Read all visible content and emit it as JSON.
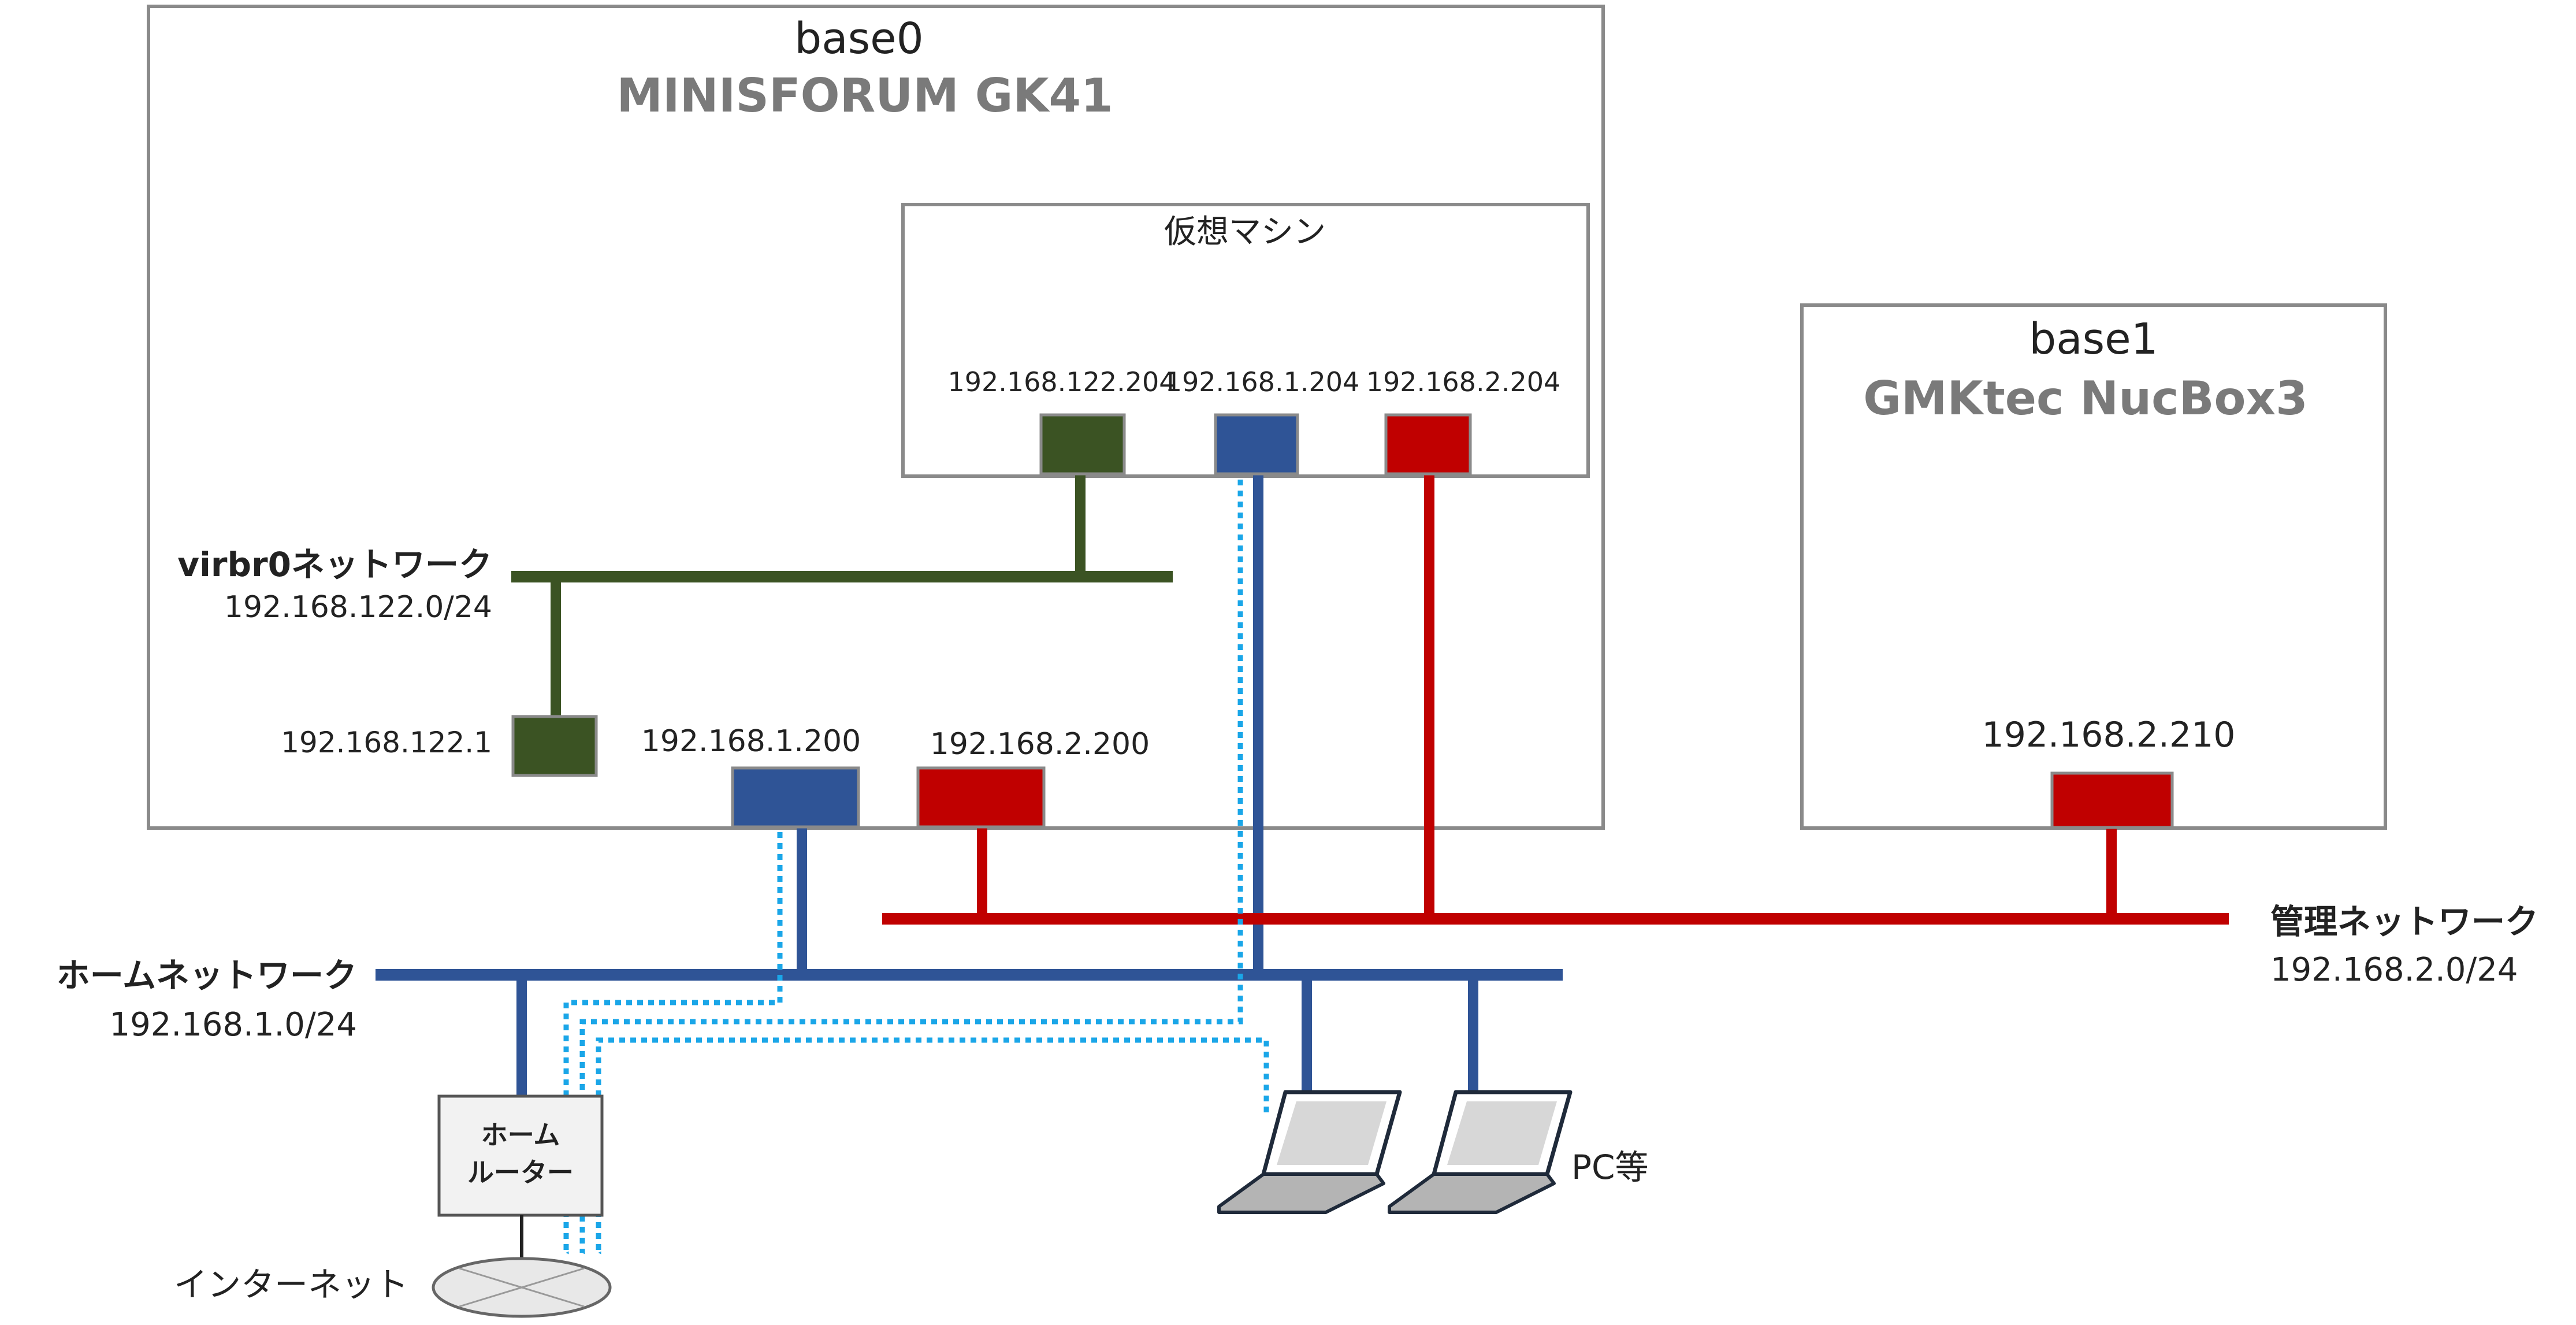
{
  "colors": {
    "green": "#3b5323",
    "blue": "#2f5496",
    "red": "#c00000",
    "dotted": "#1aa6e8",
    "box_stroke": "#8a8a8a"
  },
  "base0": {
    "name": "base0",
    "model": "MINISFORUM GK41"
  },
  "vm": {
    "title": "仮想マシン",
    "ip_green": "192.168.122.204",
    "ip_blue": "192.168.1.204",
    "ip_red": "192.168.2.204"
  },
  "base0_nics": {
    "ip_virbr": "192.168.122.1",
    "ip_home": "192.168.1.200",
    "ip_mgmt": "192.168.2.200"
  },
  "base1": {
    "name": "base1",
    "model": "GMKtec NucBox3",
    "ip": "192.168.2.210"
  },
  "networks": {
    "virbr0": {
      "name": "virbr0ネットワーク",
      "cidr": "192.168.122.0/24"
    },
    "home": {
      "name": "ホームネットワーク",
      "cidr": "192.168.1.0/24"
    },
    "mgmt": {
      "name": "管理ネットワーク",
      "cidr": "192.168.2.0/24"
    }
  },
  "router": {
    "line1": "ホーム",
    "line2": "ルーター"
  },
  "internet": "インターネット",
  "pc_label": "PC等"
}
